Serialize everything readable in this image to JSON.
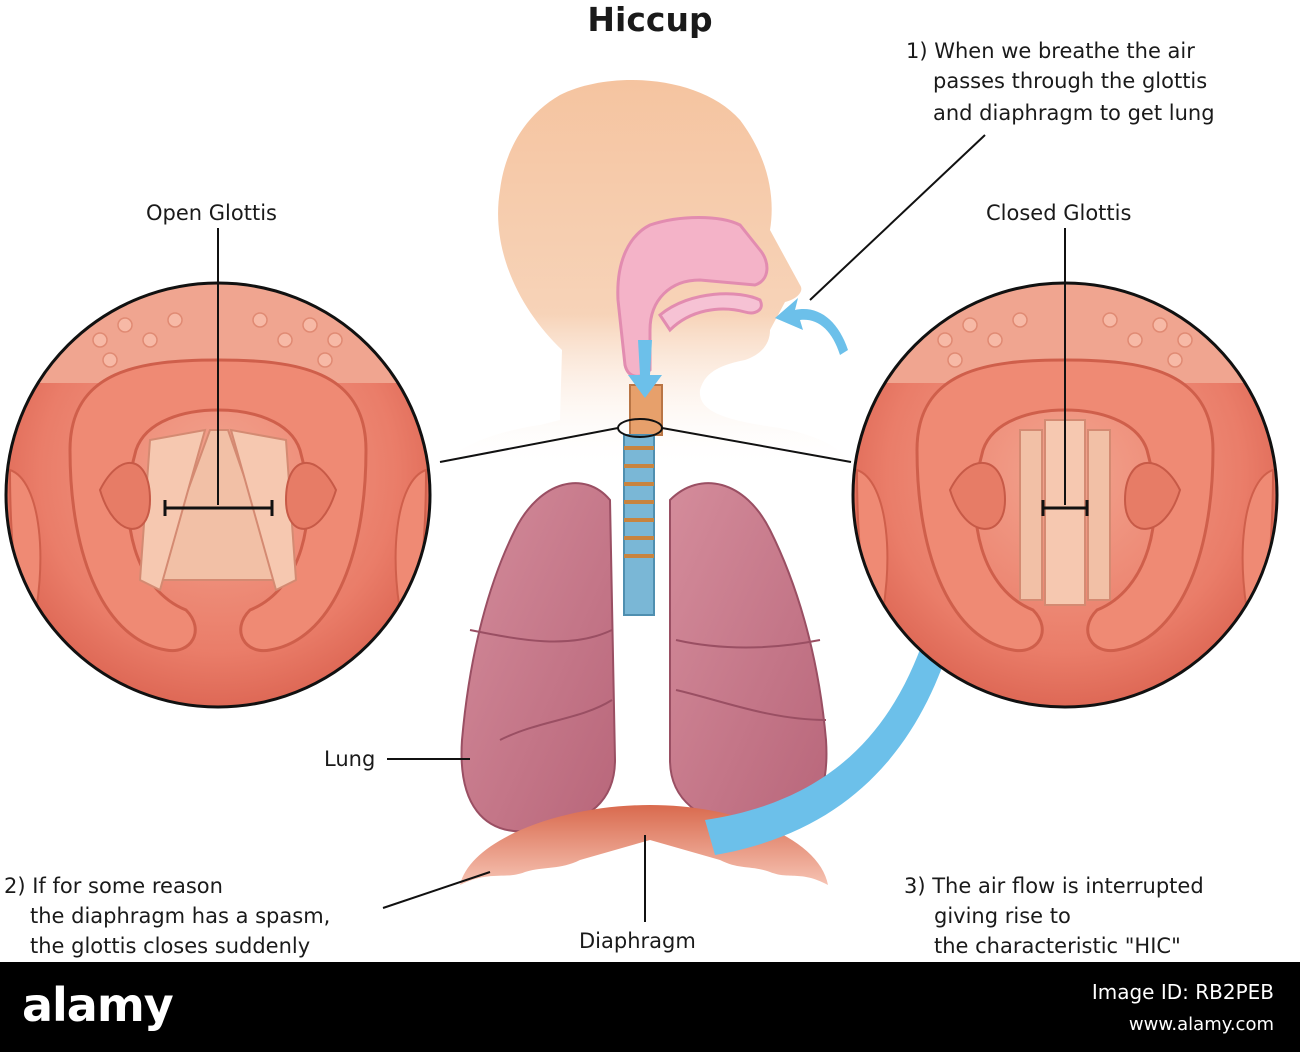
{
  "title": "Hiccup",
  "labels": {
    "open_glottis": "Open Glottis",
    "closed_glottis": "Closed Glottis",
    "lung": "Lung",
    "diaphragm": "Diaphragm"
  },
  "steps": [
    {
      "lines": [
        "1) When we breathe the air",
        "passes through the glottis",
        "and diaphragm to get lung"
      ]
    },
    {
      "lines": [
        "2) If for some reason",
        "the diaphragm has a spasm,",
        "the glottis closes suddenly"
      ]
    },
    {
      "lines": [
        "3) The air flow is interrupted",
        "giving rise to",
        "the characteristic \"HIC\""
      ]
    }
  ],
  "footer": {
    "brand": "alamy",
    "image_id_label": "Image ID: RB2PEB",
    "site": "www.alamy.com"
  },
  "colors": {
    "skin": "#f5c8a4",
    "lung": "#c9788a",
    "glottis_bg": "#e56e5e",
    "arrow": "#6cc0ea",
    "trachea": "#7ab7d6"
  }
}
